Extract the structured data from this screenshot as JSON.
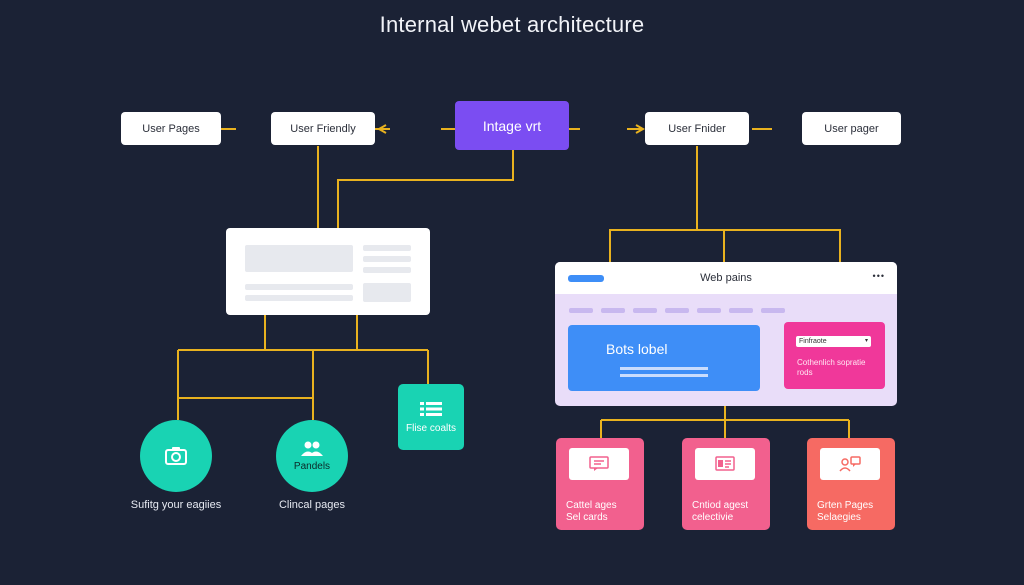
{
  "title": "Internal webet architecture",
  "top_row": {
    "left_far": "User Pages",
    "left": "User Friendly",
    "center": "Intage vrt",
    "right": "User Fnider",
    "right_far": "User pager"
  },
  "left_branch": {
    "teal_square_label": "Flise coalts",
    "circle1_label": "Pandels",
    "circle1_caption": "Sufitg your eagiies",
    "circle2_caption": "Clincal pages"
  },
  "browser": {
    "title": "Web pains",
    "menu_dots": "•••",
    "blue_card_title": "Bots lobel",
    "pink_card_select": "Finfraote",
    "pink_card_line1": "Cothenlich sopratie",
    "pink_card_line2": "rods"
  },
  "bottom_cards": [
    {
      "line1": "Cattel ages",
      "line2": "Sel cards",
      "color": "#f2608e"
    },
    {
      "line1": "Cntiod agest",
      "line2": "celectivie",
      "color": "#f2608e"
    },
    {
      "line1": "Grten Pages",
      "line2": "Selaegies",
      "color": "#f66a63"
    }
  ],
  "colors": {
    "background": "#1b2235",
    "connector": "#e9b21f",
    "teal": "#19d3b3",
    "purple": "#7b4df2",
    "blue": "#3e8ef7",
    "pink": "#f0389a"
  }
}
